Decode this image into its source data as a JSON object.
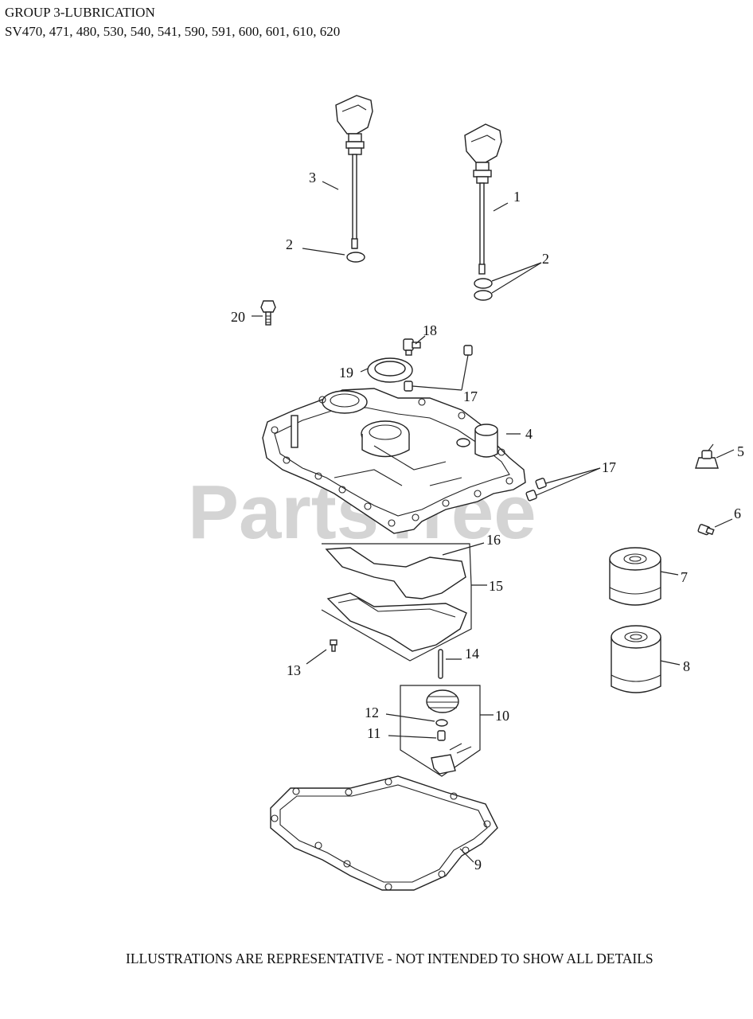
{
  "header": {
    "title": "GROUP 3-LUBRICATION",
    "models": "SV470, 471, 480, 530, 540, 541, 590, 591, 600, 601, 610, 620"
  },
  "watermark": "PartsTree",
  "footer": "ILLUSTRATIONS ARE REPRESENTATIVE - NOT INTENDED TO SHOW ALL DETAILS",
  "callouts": {
    "c1": "1",
    "c2a": "2",
    "c2b": "2",
    "c3": "3",
    "c4": "4",
    "c5": "5",
    "c6": "6",
    "c7": "7",
    "c8": "8",
    "c9": "9",
    "c10": "10",
    "c11": "11",
    "c12": "12",
    "c13": "13",
    "c14": "14",
    "c15": "15",
    "c16": "16",
    "c17a": "17",
    "c17b": "17",
    "c18": "18",
    "c19": "19",
    "c20": "20"
  }
}
